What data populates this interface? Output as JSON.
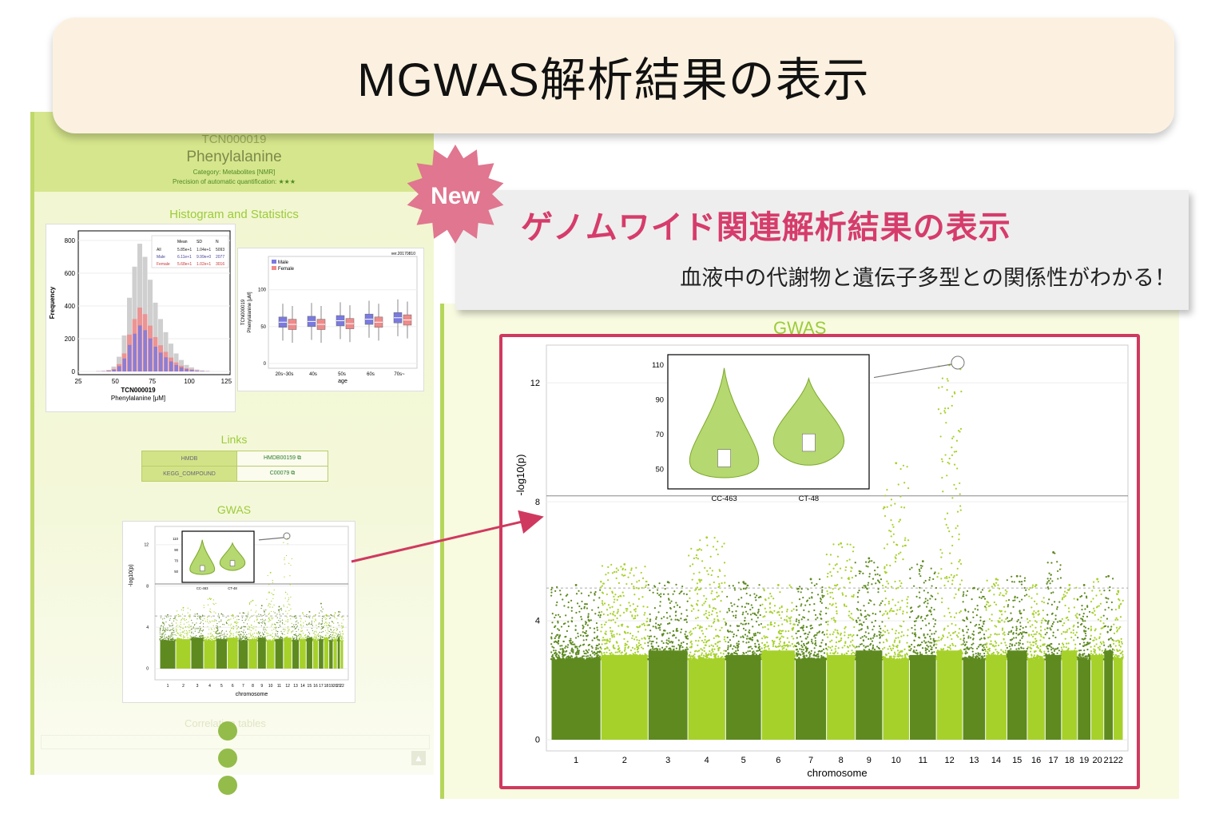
{
  "title": "MGWAS解析結果の表示",
  "left_page": {
    "id": "TCN000019",
    "name": "Phenylalanine",
    "category": "Category: Metabolites [NMR]",
    "precision": "Precision of automatic quantification: ★★★",
    "histogram_heading": "Histogram and Statistics",
    "version": "ver.20170810",
    "links_heading": "Links",
    "links": [
      {
        "key": "HMDB",
        "value": "HMDB00159"
      },
      {
        "key": "KEGG_COMPOUND",
        "value": "C00079"
      }
    ],
    "gwas_heading": "GWAS",
    "correlation_heading": "Correlation tables"
  },
  "new_badge": "New",
  "callout": {
    "title": "ゲノムワイド関連解析結果の表示",
    "subtitle": "血液中の代謝物と遺伝子多型との関係性がわかる！"
  },
  "gwas_label": "GWAS",
  "colors": {
    "accent": "#d0395f",
    "green_dark": "#5e8a20",
    "green_light": "#a6d12a"
  },
  "chart_data": [
    {
      "type": "bar",
      "xlabel": "TCN000019\nPhenylalanine [μM]",
      "ylabel": "Frequency",
      "xticks": [
        "25",
        "50",
        "75",
        "100",
        "125"
      ],
      "yticks": [
        "0",
        "200",
        "400",
        "600",
        "800"
      ],
      "stats_table": {
        "header": [
          "",
          "Mean",
          "SD",
          "N"
        ],
        "rows": [
          [
            "All",
            "5.85e+1",
            "1.04e+1",
            "5093"
          ],
          [
            "Male",
            "6.11e+1",
            "9.99e+0",
            "2077"
          ],
          [
            "Female",
            "5.68e+1",
            "1.02e+1",
            "3016"
          ]
        ]
      }
    },
    {
      "type": "box",
      "legend": [
        "Male",
        "Female"
      ],
      "categories": [
        "20s~30s",
        "40s",
        "50s",
        "60s",
        "70s~"
      ],
      "xlabel": "age",
      "ylabel": "TCN000019\nPhenylalanine [μM]",
      "yticks": [
        "0",
        "50",
        "100"
      ],
      "series": [
        {
          "name": "Male",
          "medians": [
            56,
            57,
            58,
            60,
            62
          ]
        },
        {
          "name": "Female",
          "medians": [
            53,
            53,
            54,
            56,
            59
          ]
        }
      ]
    },
    {
      "type": "scatter",
      "title": "",
      "xlabel": "chromosome",
      "ylabel": "-log10(p)",
      "ylim": [
        0,
        13
      ],
      "yticks": [
        "0",
        "4",
        "8",
        "12"
      ],
      "categories": [
        "1",
        "2",
        "3",
        "4",
        "5",
        "6",
        "7",
        "8",
        "9",
        "10",
        "11",
        "12",
        "13",
        "14",
        "15",
        "16",
        "17",
        "18",
        "19",
        "20",
        "21",
        "22"
      ],
      "genome_wide_line": 8.2,
      "suggestive_line": 5.1,
      "peaks": [
        5.2,
        5.9,
        5.3,
        6.8,
        5.3,
        5.2,
        5.4,
        6.6,
        6.1,
        9.3,
        6.0,
        12.6,
        5.1,
        5.4,
        5.5,
        5.2,
        6.3,
        5.2,
        5.2,
        5.4,
        5.5,
        5.0
      ],
      "inset": {
        "type": "violin",
        "categories": [
          "CC-463",
          "CT-48"
        ],
        "yticks": [
          "50",
          "70",
          "90",
          "110"
        ],
        "medians": [
          56,
          65
        ]
      }
    }
  ]
}
